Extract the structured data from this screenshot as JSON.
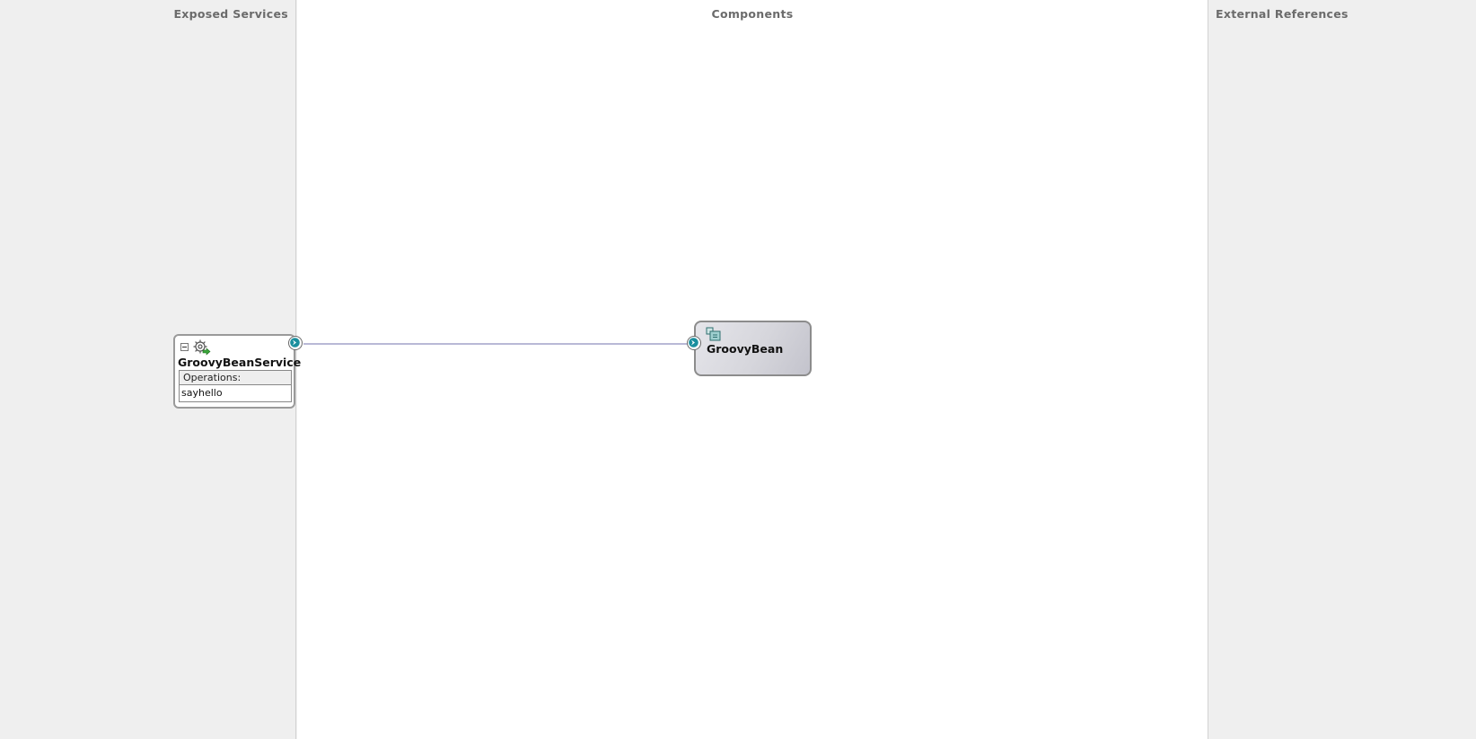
{
  "lanes": {
    "exposed_services": "Exposed Services",
    "components": "Components",
    "external_references": "External References"
  },
  "service": {
    "name": "GroovyBeanService",
    "operations_label": "Operations:",
    "operations": [
      "sayhello"
    ],
    "icon": "gear-icon"
  },
  "component": {
    "name": "GroovyBean",
    "icon": "groovy-bean-icon"
  },
  "colors": {
    "wire": "#b9b9d6",
    "port_accent": "#1a8f9e"
  }
}
